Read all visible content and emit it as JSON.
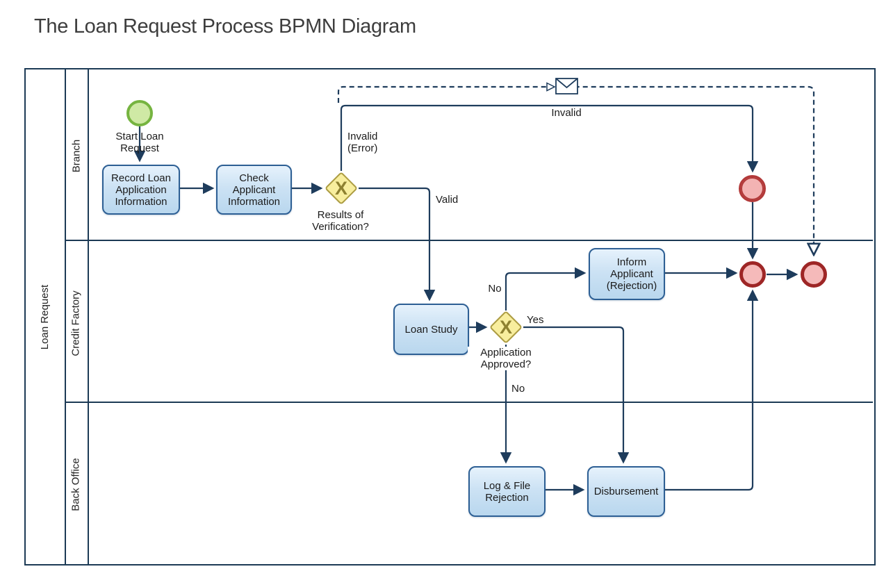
{
  "title": "The Loan Request Process BPMN Diagram",
  "pool": {
    "name": "Loan Request",
    "lanes": [
      {
        "name": "Branch"
      },
      {
        "name": "Credit Factory"
      },
      {
        "name": "Back Office"
      }
    ]
  },
  "events": {
    "start": {
      "label": "Start Loan\nRequest",
      "type": "start",
      "fill": "#cfe9a5",
      "border": "#76b440"
    },
    "error_intermediate": {
      "type": "intermediate-error",
      "icon": "warning-triangle-icon",
      "fill": "#f3b3b3",
      "border": "#b23939"
    },
    "end_main": {
      "type": "end",
      "fill": "#f5baba",
      "border": "#9e2626"
    },
    "end_message": {
      "type": "end",
      "fill": "#f5baba",
      "border": "#9e2626"
    }
  },
  "tasks": {
    "record": "Record Loan\nApplication\nInformation",
    "check": "Check\nApplicant\nInformation",
    "loan_study": "Loan Study",
    "inform": "Inform\nApplicant\n(Rejection)",
    "log_reject": "Log & File\nRejection",
    "disbursement": "Disbursement"
  },
  "gateways": {
    "verification": {
      "symbol": "X",
      "label": "Results of\nVerification?"
    },
    "approval": {
      "symbol": "X",
      "label": "Application\nApproved?"
    }
  },
  "edge_labels": {
    "invalid_error": "Invalid\n(Error)",
    "valid": "Valid",
    "invalid": "Invalid",
    "no_up": "No",
    "yes": "Yes",
    "no_down": "No"
  },
  "icons": {
    "message_flow": "envelope-icon",
    "message_arrow": "open-arrow-icon",
    "inform_marker": "document-x-icon",
    "inform_message": "envelope-icon",
    "disbursement_marker": "checkmark-icon",
    "error_marker": "warning-triangle-icon"
  },
  "colors": {
    "line": "#1e3c5c",
    "task_fill": "#cce2f4",
    "task_border": "#2d5f94",
    "gateway_fill": "#f8ee9e",
    "gateway_border": "#ac9c42",
    "gateway_x": "#8e8130",
    "start_fill": "#cfe9a5",
    "start_border": "#76b440",
    "end_fill": "#f5baba",
    "end_border": "#9e2626",
    "error_border": "#b23939"
  }
}
